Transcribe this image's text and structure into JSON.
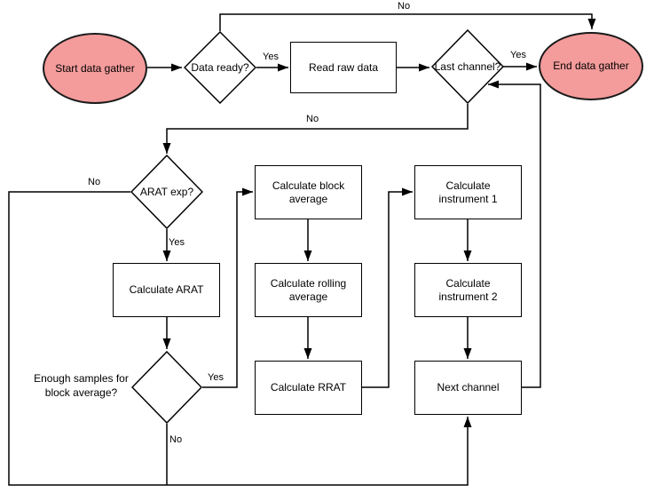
{
  "diagram": {
    "colors": {
      "terminator_fill": "#f49b9b",
      "shape_stroke": "#000000",
      "process_fill": "#ffffff",
      "connector": "#000000"
    },
    "nodes": {
      "start": {
        "type": "terminator",
        "label": "Start data gather"
      },
      "data_ready": {
        "type": "decision",
        "label": "Data ready?"
      },
      "read_raw": {
        "type": "process",
        "label": "Read raw data"
      },
      "last_channel": {
        "type": "decision",
        "label": "Last channel?"
      },
      "end": {
        "type": "terminator",
        "label": "End data gather"
      },
      "arat_exp": {
        "type": "decision",
        "label": "ARAT exp?"
      },
      "calc_arat": {
        "type": "process",
        "label": "Calculate ARAT"
      },
      "enough_samples": {
        "type": "decision",
        "label": "Enough samples for block average?"
      },
      "calc_block_avg": {
        "type": "process",
        "label": "Calculate block average"
      },
      "calc_rolling_avg": {
        "type": "process",
        "label": "Calculate rolling average"
      },
      "calc_rrat": {
        "type": "process",
        "label": "Calculate RRAT"
      },
      "calc_instr1": {
        "type": "process",
        "label": "Calculate instrument 1"
      },
      "calc_instr2": {
        "type": "process",
        "label": "Calculate instrument 2"
      },
      "next_channel": {
        "type": "process",
        "label": "Next channel"
      }
    },
    "edges": [
      {
        "from": "start",
        "to": "data_ready",
        "label": ""
      },
      {
        "from": "data_ready",
        "to": "read_raw",
        "label": "Yes"
      },
      {
        "from": "data_ready",
        "to": "end",
        "label": "No"
      },
      {
        "from": "read_raw",
        "to": "last_channel",
        "label": ""
      },
      {
        "from": "last_channel",
        "to": "end",
        "label": "Yes"
      },
      {
        "from": "last_channel",
        "to": "arat_exp",
        "label": "No"
      },
      {
        "from": "arat_exp",
        "to": "calc_arat",
        "label": "Yes"
      },
      {
        "from": "arat_exp",
        "to": "next_channel",
        "label": "No"
      },
      {
        "from": "calc_arat",
        "to": "enough_samples",
        "label": ""
      },
      {
        "from": "enough_samples",
        "to": "calc_block_avg",
        "label": "Yes"
      },
      {
        "from": "enough_samples",
        "to": "next_channel",
        "label": "No"
      },
      {
        "from": "calc_block_avg",
        "to": "calc_rolling_avg",
        "label": ""
      },
      {
        "from": "calc_rolling_avg",
        "to": "calc_rrat",
        "label": ""
      },
      {
        "from": "calc_rrat",
        "to": "calc_instr1",
        "label": ""
      },
      {
        "from": "calc_instr1",
        "to": "calc_instr2",
        "label": ""
      },
      {
        "from": "calc_instr2",
        "to": "next_channel",
        "label": ""
      },
      {
        "from": "next_channel",
        "to": "last_channel",
        "label": ""
      }
    ]
  }
}
